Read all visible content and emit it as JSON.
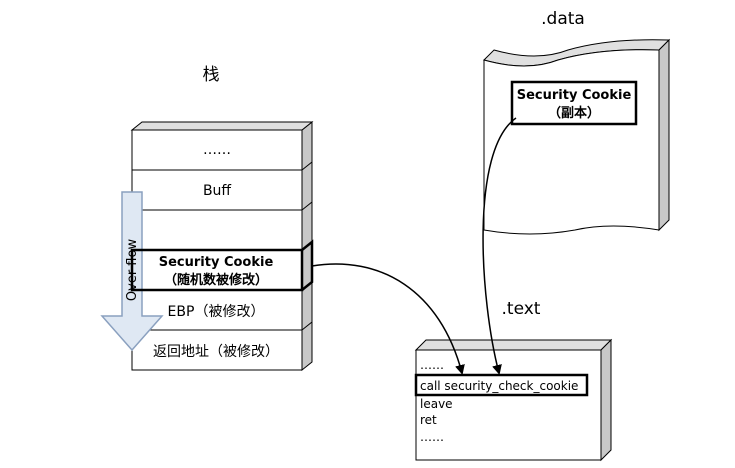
{
  "stack": {
    "title": "栈",
    "rows": {
      "ellipsis": "……",
      "buff": "Buff",
      "cookie_line1": "Security Cookie",
      "cookie_line2": "（随机数被修改）",
      "ebp": "EBP（被修改）",
      "ret_addr": "返回地址（被修改）"
    },
    "overflow_label": "Over flow"
  },
  "data_section": {
    "title": ".data",
    "cookie_copy_line1": "Security Cookie",
    "cookie_copy_line2": "（副本）"
  },
  "text_section": {
    "title": ".text",
    "lines": {
      "top_ellipsis": "……",
      "call": "call security_check_cookie",
      "leave": "leave",
      "ret": "ret",
      "bottom_ellipsis": "……"
    }
  },
  "colors": {
    "stroke": "#000000",
    "box_side": "#c8c8c8",
    "box_top": "#e0e0e0",
    "overflow_arrow_fill": "#dfe8f3",
    "overflow_arrow_stroke": "#8aa0bf"
  }
}
